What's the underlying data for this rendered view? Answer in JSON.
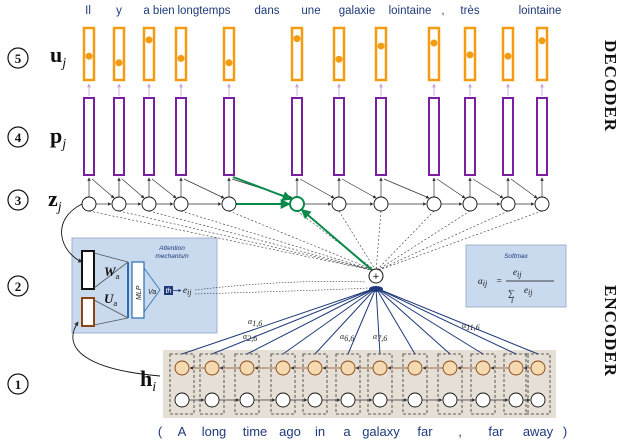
{
  "target_words": [
    "Il",
    "y",
    "a bien",
    "longtemps",
    "dans",
    "une",
    "galaxie",
    "lointaine",
    ",",
    "très",
    "lointaine"
  ],
  "source_words": [
    "(",
    "A",
    "long",
    "time",
    "ago",
    "in",
    "a",
    "galaxy",
    "far",
    ",",
    "far",
    "away",
    ")"
  ],
  "steps": [
    "1",
    "2",
    "3",
    "4",
    "5"
  ],
  "rows": {
    "u": {
      "letter": "u",
      "sub": "j"
    },
    "p": {
      "letter": "p",
      "sub": "j"
    },
    "z": {
      "letter": "z",
      "sub": "j"
    },
    "h": {
      "letter": "h",
      "sub": "i"
    }
  },
  "side_labels": {
    "decoder": "DECODER",
    "encoder": "ENCODER"
  },
  "attention_box": {
    "title_line1": "Attention",
    "title_line2": "mechanism",
    "wa": {
      "letter": "W",
      "sub": "a"
    },
    "ua": {
      "letter": "U",
      "sub": "a"
    },
    "mlp": "MLP",
    "va": "Va",
    "tanh": "th",
    "e": "e",
    "e_sub": "ij"
  },
  "softmax_box": {
    "title": "Softmax",
    "lhs": "α",
    "lhs_sub": "ij",
    "eq": "=",
    "num": "e",
    "num_sub": "ij",
    "den_sum": "∑",
    "den_sub": "i",
    "den_e": "e",
    "den_e_sub": "ij"
  },
  "alpha_labels": [
    {
      "sym": "α",
      "sub": "1,6"
    },
    {
      "sym": "α",
      "sub": "2,6"
    },
    {
      "sym": "α",
      "sub": "6,6"
    },
    {
      "sym": "α",
      "sub": "7,6"
    },
    {
      "sym": "α",
      "sub": "11,6"
    }
  ],
  "sum_symbol": "+",
  "u_levels": [
    0.55,
    0.7,
    0.18,
    0.6,
    0.7,
    0.15,
    0.62,
    0.32,
    0.25,
    0.52,
    0.55,
    0.2
  ],
  "colors": {
    "orange": "#f39c12",
    "purple": "#7b1fa2",
    "green": "#0a8a4a",
    "blue": "#1f3a7a",
    "encoder_bg": "#e6dfd6",
    "panel_bg": "#c9d9ee"
  }
}
